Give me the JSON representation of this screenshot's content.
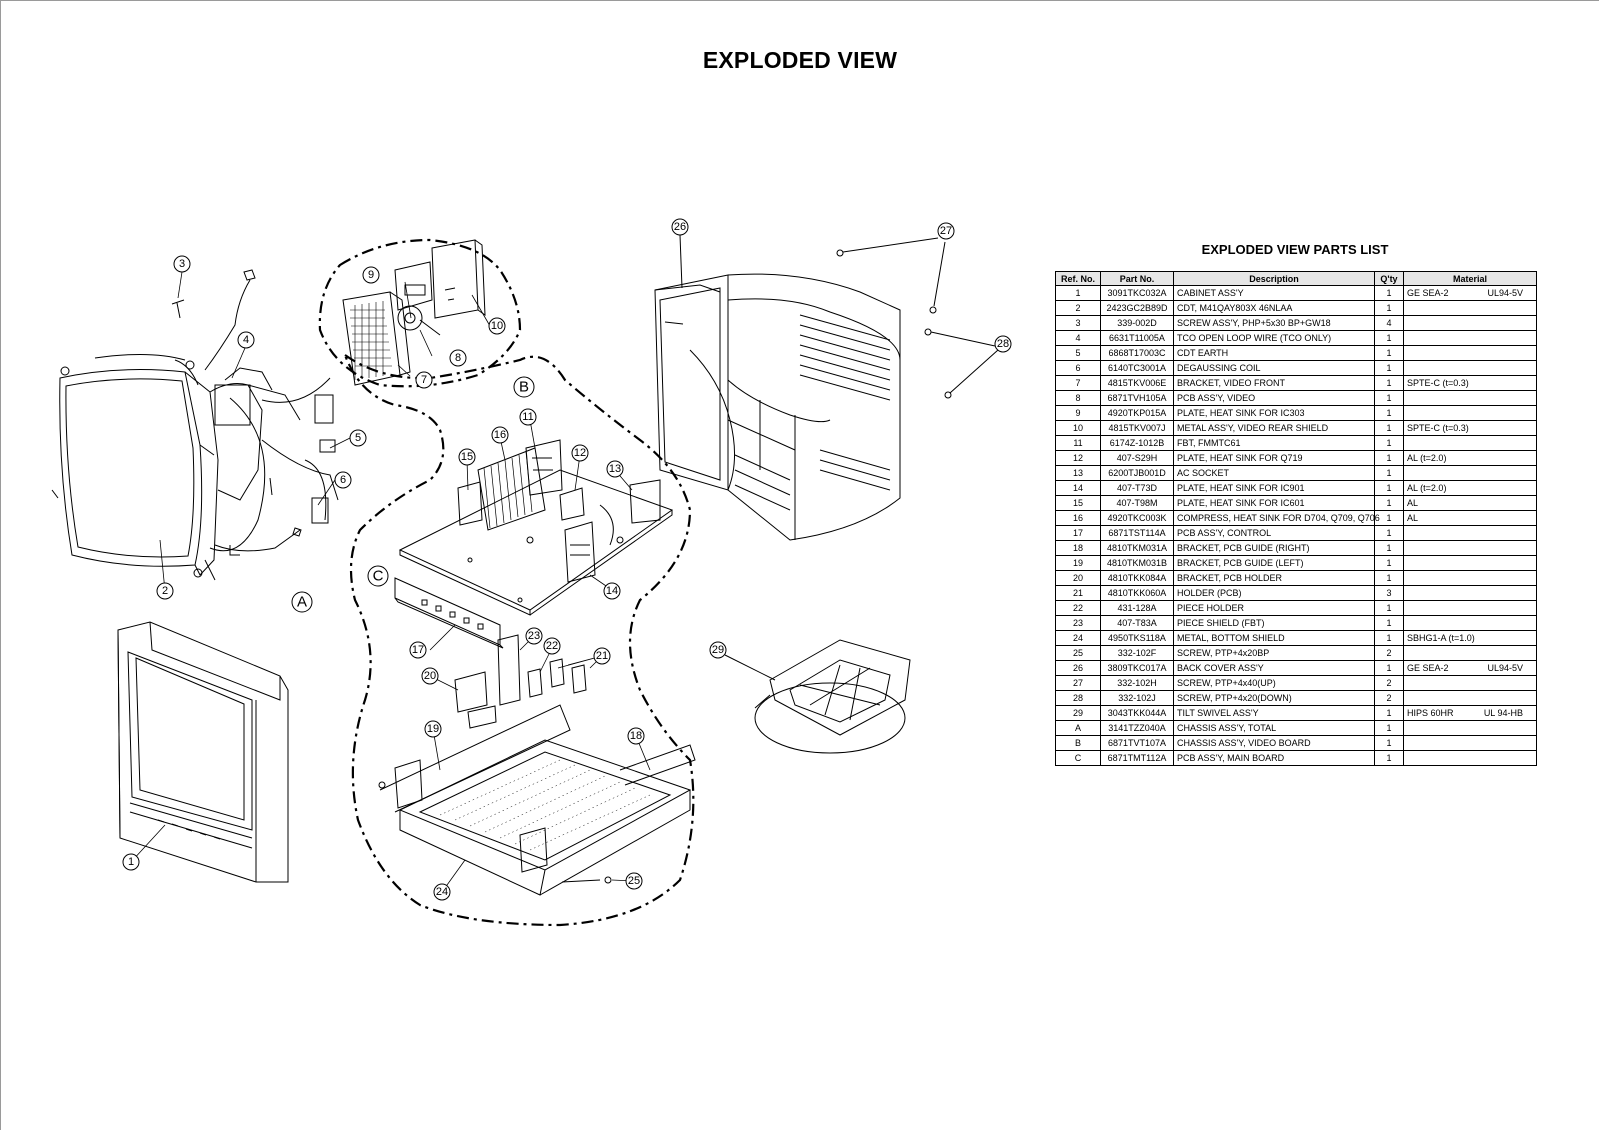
{
  "page": {
    "title": "EXPLODED VIEW"
  },
  "diagram": {
    "callouts": [
      "1",
      "2",
      "3",
      "4",
      "5",
      "6",
      "7",
      "8",
      "9",
      "10",
      "11",
      "12",
      "13",
      "14",
      "15",
      "16",
      "17",
      "18",
      "19",
      "20",
      "21",
      "22",
      "23",
      "24",
      "25",
      "26",
      "27",
      "28",
      "29"
    ],
    "subassemblies": [
      "A",
      "B",
      "C"
    ]
  },
  "parts_list": {
    "title": "EXPLODED VIEW PARTS LIST",
    "columns": [
      "Ref. No.",
      "Part No.",
      "Description",
      "Q'ty",
      "Material"
    ],
    "rows": [
      {
        "ref": "1",
        "part": "3091TKC032A",
        "desc": "CABINET ASS'Y",
        "qty": "1",
        "mat": "GE SEA-2",
        "mat2": "UL94-5V"
      },
      {
        "ref": "2",
        "part": "2423GC2B89D",
        "desc": "CDT, M41QAY803X 46NLAA",
        "qty": "1",
        "mat": "",
        "mat2": ""
      },
      {
        "ref": "3",
        "part": "339-002D",
        "desc": "SCREW ASS'Y, PHP+5x30 BP+GW18",
        "qty": "4",
        "mat": "",
        "mat2": ""
      },
      {
        "ref": "4",
        "part": "6631T11005A",
        "desc": "TCO OPEN LOOP WIRE (TCO ONLY)",
        "qty": "1",
        "mat": "",
        "mat2": ""
      },
      {
        "ref": "5",
        "part": "6868T17003C",
        "desc": "CDT EARTH",
        "qty": "1",
        "mat": "",
        "mat2": ""
      },
      {
        "ref": "6",
        "part": "6140TC3001A",
        "desc": "DEGAUSSING COIL",
        "qty": "1",
        "mat": "",
        "mat2": ""
      },
      {
        "ref": "7",
        "part": "4815TKV006E",
        "desc": "BRACKET, VIDEO FRONT",
        "qty": "1",
        "mat": "SPTE-C (t=0.3)",
        "mat2": ""
      },
      {
        "ref": "8",
        "part": "6871TVH105A",
        "desc": "PCB ASS'Y, VIDEO",
        "qty": "1",
        "mat": "",
        "mat2": ""
      },
      {
        "ref": "9",
        "part": "4920TKP015A",
        "desc": "PLATE, HEAT SINK FOR IC303",
        "qty": "1",
        "mat": "",
        "mat2": ""
      },
      {
        "ref": "10",
        "part": "4815TKV007J",
        "desc": "METAL ASS'Y, VIDEO REAR SHIELD",
        "qty": "1",
        "mat": "SPTE-C (t=0.3)",
        "mat2": ""
      },
      {
        "ref": "11",
        "part": "6174Z-1012B",
        "desc": "FBT, FMMTC61",
        "qty": "1",
        "mat": "",
        "mat2": ""
      },
      {
        "ref": "12",
        "part": "407-S29H",
        "desc": "PLATE, HEAT SINK FOR Q719",
        "qty": "1",
        "mat": "AL (t=2.0)",
        "mat2": ""
      },
      {
        "ref": "13",
        "part": "6200TJB001D",
        "desc": "AC SOCKET",
        "qty": "1",
        "mat": "",
        "mat2": ""
      },
      {
        "ref": "14",
        "part": "407-T73D",
        "desc": "PLATE, HEAT SINK FOR IC901",
        "qty": "1",
        "mat": "AL (t=2.0)",
        "mat2": ""
      },
      {
        "ref": "15",
        "part": "407-T98M",
        "desc": "PLATE, HEAT SINK FOR IC601",
        "qty": "1",
        "mat": "AL",
        "mat2": ""
      },
      {
        "ref": "16",
        "part": "4920TKC003K",
        "desc": "COMPRESS, HEAT SINK FOR D704, Q709, Q706",
        "qty": "1",
        "mat": "AL",
        "mat2": ""
      },
      {
        "ref": "17",
        "part": "6871TST114A",
        "desc": "PCB ASS'Y, CONTROL",
        "qty": "1",
        "mat": "",
        "mat2": ""
      },
      {
        "ref": "18",
        "part": "4810TKM031A",
        "desc": "BRACKET, PCB GUIDE (RIGHT)",
        "qty": "1",
        "mat": "",
        "mat2": ""
      },
      {
        "ref": "19",
        "part": "4810TKM031B",
        "desc": "BRACKET, PCB GUIDE (LEFT)",
        "qty": "1",
        "mat": "",
        "mat2": ""
      },
      {
        "ref": "20",
        "part": "4810TKK084A",
        "desc": "BRACKET, PCB HOLDER",
        "qty": "1",
        "mat": "",
        "mat2": ""
      },
      {
        "ref": "21",
        "part": "4810TKK060A",
        "desc": "HOLDER (PCB)",
        "qty": "3",
        "mat": "",
        "mat2": ""
      },
      {
        "ref": "22",
        "part": "431-128A",
        "desc": "PIECE HOLDER",
        "qty": "1",
        "mat": "",
        "mat2": ""
      },
      {
        "ref": "23",
        "part": "407-T83A",
        "desc": "PIECE SHIELD (FBT)",
        "qty": "1",
        "mat": "",
        "mat2": ""
      },
      {
        "ref": "24",
        "part": "4950TKS118A",
        "desc": "METAL, BOTTOM SHIELD",
        "qty": "1",
        "mat": "SBHG1-A (t=1.0)",
        "mat2": ""
      },
      {
        "ref": "25",
        "part": "332-102F",
        "desc": "SCREW, PTP+4x20BP",
        "qty": "2",
        "mat": "",
        "mat2": ""
      },
      {
        "ref": "26",
        "part": "3809TKC017A",
        "desc": "BACK COVER ASS'Y",
        "qty": "1",
        "mat": "GE SEA-2",
        "mat2": "UL94-5V"
      },
      {
        "ref": "27",
        "part": "332-102H",
        "desc": "SCREW, PTP+4x40(UP)",
        "qty": "2",
        "mat": "",
        "mat2": ""
      },
      {
        "ref": "28",
        "part": "332-102J",
        "desc": "SCREW, PTP+4x20(DOWN)",
        "qty": "2",
        "mat": "",
        "mat2": ""
      },
      {
        "ref": "29",
        "part": "3043TKK044A",
        "desc": "TILT SWIVEL ASS'Y",
        "qty": "1",
        "mat": "HIPS 60HR",
        "mat2": "UL 94-HB"
      },
      {
        "ref": "A",
        "part": "3141TZZ040A",
        "desc": "CHASSIS ASS'Y, TOTAL",
        "qty": "1",
        "mat": "",
        "mat2": ""
      },
      {
        "ref": "B",
        "part": "6871TVT107A",
        "desc": "CHASSIS ASS'Y, VIDEO BOARD",
        "qty": "1",
        "mat": "",
        "mat2": ""
      },
      {
        "ref": "C",
        "part": "6871TMT112A",
        "desc": "PCB ASS'Y, MAIN BOARD",
        "qty": "1",
        "mat": "",
        "mat2": ""
      }
    ]
  }
}
